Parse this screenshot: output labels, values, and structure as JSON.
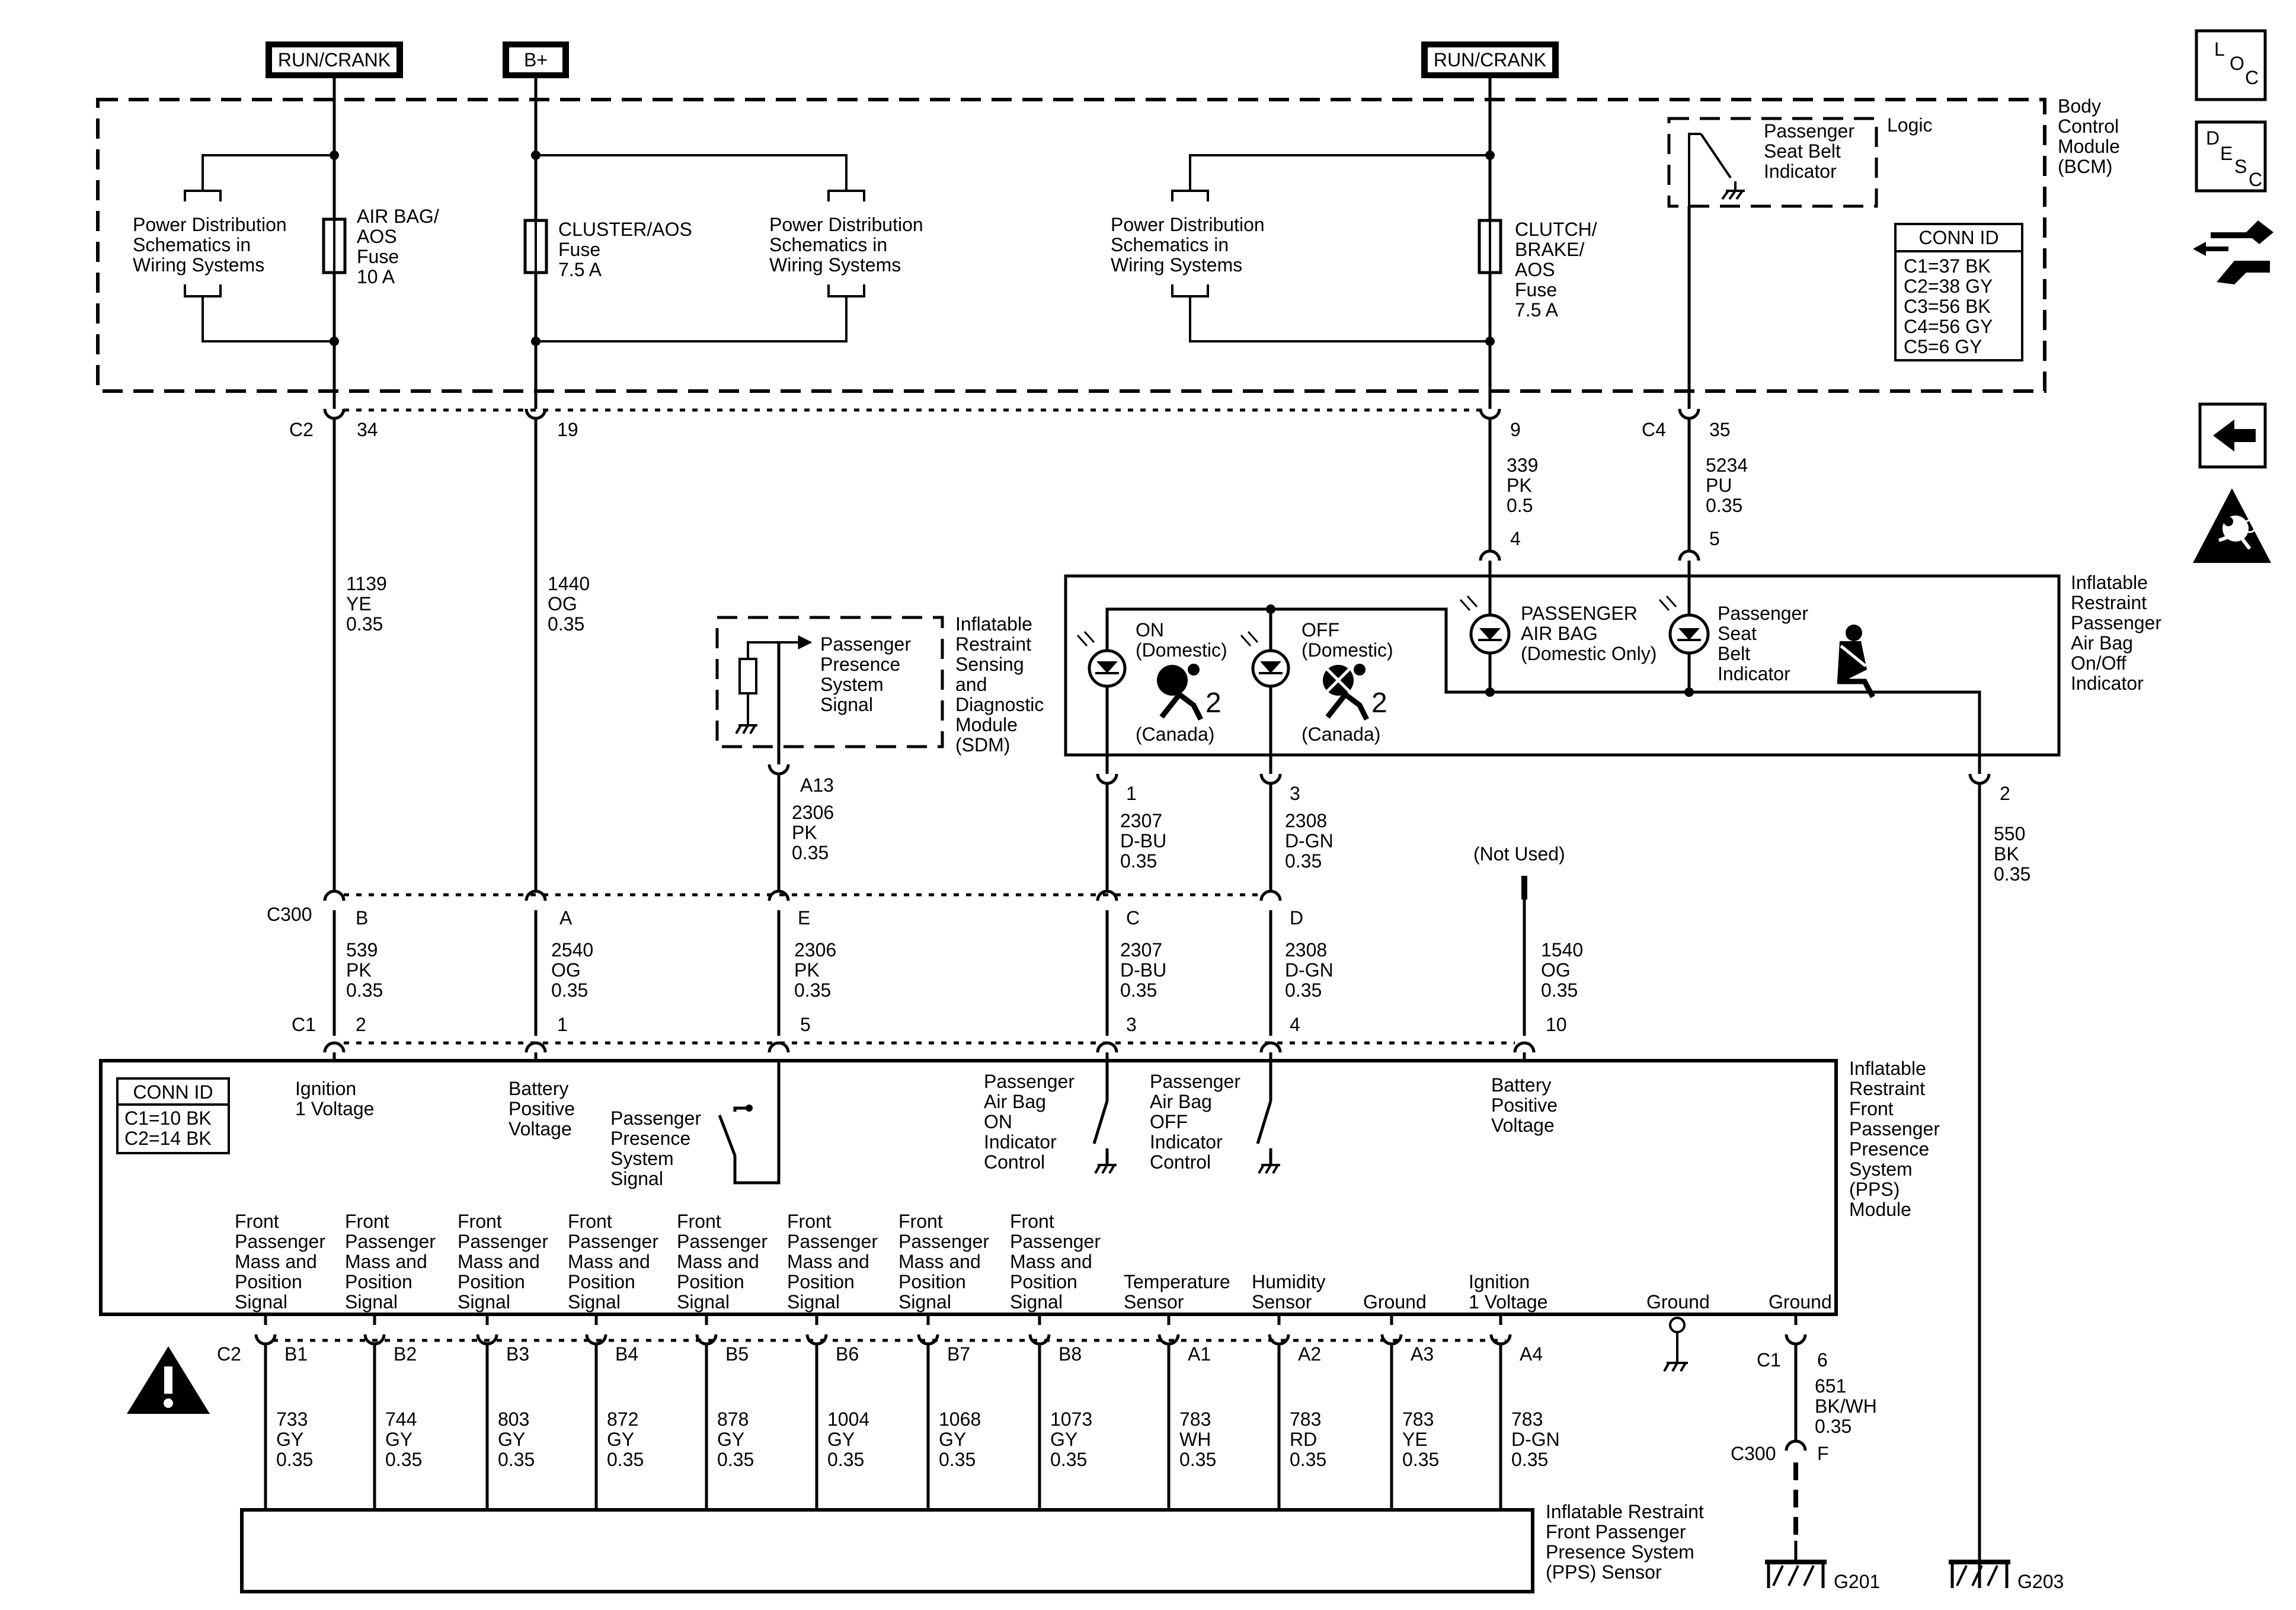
{
  "power_labels": [
    "RUN/CRANK",
    "B+",
    "RUN/CRANK"
  ],
  "bcm": {
    "name": [
      "Body",
      "Control",
      "Module",
      "(BCM)"
    ],
    "pd_label": [
      "Power Distribution",
      "Schematics in",
      "Wiring Systems"
    ],
    "fuse_airbag": [
      "AIR BAG/",
      "AOS",
      "Fuse",
      "10 A"
    ],
    "fuse_cluster": [
      "CLUSTER/AOS",
      "Fuse",
      "7.5 A"
    ],
    "fuse_clutch": [
      "CLUTCH/",
      "BRAKE/",
      "AOS",
      "Fuse",
      "7.5 A"
    ],
    "seatbelt_logic": [
      "Passenger",
      "Seat Belt",
      "Indicator"
    ],
    "logic_label": "Logic",
    "conn_title": "CONN ID",
    "conn_rows": [
      "C1=37 BK",
      "C2=38 GY",
      "C3=56 BK",
      "C4=56 GY",
      "C5=6 GY"
    ],
    "pins": {
      "c2": "C2",
      "p34": "34",
      "p19": "19",
      "p9": "9",
      "c4": "C4",
      "p35": "35"
    }
  },
  "wires_top": {
    "w1139": [
      "1139",
      "YE",
      "0.35"
    ],
    "w1440": [
      "1440",
      "OG",
      "0.35"
    ],
    "w339": [
      "339",
      "PK",
      "0.5"
    ],
    "w5234": [
      "5234",
      "PU",
      "0.35"
    ]
  },
  "sdm": {
    "name": [
      "Inflatable",
      "Restraint",
      "Sensing",
      "and",
      "Diagnostic",
      "Module",
      "(SDM)"
    ],
    "signal": [
      "Passenger",
      "Presence",
      "System",
      "Signal"
    ],
    "pin": "A13",
    "wire": [
      "2306",
      "PK",
      "0.35"
    ]
  },
  "indicator": {
    "name": [
      "Inflatable",
      "Restraint",
      "Passenger",
      "Air Bag",
      "On/Off",
      "Indicator"
    ],
    "on": [
      "ON",
      "(Domestic)"
    ],
    "off": [
      "OFF",
      "(Domestic)"
    ],
    "canada": "(Canada)",
    "two": "2",
    "pass_airbag": [
      "PASSENGER",
      "AIR BAG",
      "(Domestic Only)"
    ],
    "seatbelt": [
      "Passenger",
      "Seat",
      "Belt",
      "Indicator"
    ],
    "pins": {
      "p4": "4",
      "p5": "5",
      "p1": "1",
      "p3": "3",
      "p2": "2"
    },
    "wires": {
      "w2307": [
        "2307",
        "D-BU",
        "0.35"
      ],
      "w2308": [
        "2308",
        "D-GN",
        "0.35"
      ],
      "w550": [
        "550",
        "BK",
        "0.35"
      ]
    }
  },
  "c300": {
    "label": "C300",
    "pins": [
      "B",
      "A",
      "E",
      "C",
      "D"
    ],
    "not_used": "(Not Used)",
    "wires": [
      [
        "539",
        "PK",
        "0.35"
      ],
      [
        "2540",
        "OG",
        "0.35"
      ],
      [
        "2306",
        "PK",
        "0.35"
      ],
      [
        "2307",
        "D-BU",
        "0.35"
      ],
      [
        "2308",
        "D-GN",
        "0.35"
      ],
      [
        "1540",
        "OG",
        "0.35"
      ]
    ]
  },
  "pps_module": {
    "c1_label": "C1",
    "c1_pins": [
      "2",
      "1",
      "5",
      "3",
      "4",
      "10"
    ],
    "conn_title": "CONN ID",
    "conn_rows": [
      "C1=10 BK",
      "C2=14 BK"
    ],
    "name": [
      "Inflatable",
      "Restraint",
      "Front",
      "Passenger",
      "Presence",
      "System",
      "(PPS)",
      "Module"
    ],
    "ign1": [
      "Ignition",
      "1 Voltage"
    ],
    "batt1": [
      "Battery",
      "Positive",
      "Voltage"
    ],
    "pps_signal": [
      "Passenger",
      "Presence",
      "System",
      "Signal"
    ],
    "on_ctrl": [
      "Passenger",
      "Air Bag",
      "ON",
      "Indicator",
      "Control"
    ],
    "off_ctrl": [
      "Passenger",
      "Air Bag",
      "OFF",
      "Indicator",
      "Control"
    ],
    "batt2": [
      "Battery",
      "Positive",
      "Voltage"
    ],
    "fpm": [
      "Front",
      "Passenger",
      "Mass and",
      "Position",
      "Signal"
    ],
    "temp": [
      "Temperature",
      "Sensor"
    ],
    "humid": [
      "Humidity",
      "Sensor"
    ],
    "ground": "Ground",
    "ign2": [
      "Ignition",
      "1 Voltage"
    ],
    "ground2": "Ground",
    "ground3": "Ground"
  },
  "c2_connector": {
    "label": "C2",
    "pins": [
      "B1",
      "B2",
      "B3",
      "B4",
      "B5",
      "B6",
      "B7",
      "B8",
      "A1",
      "A2",
      "A3",
      "A4"
    ],
    "wires": [
      [
        "733",
        "GY",
        "0.35"
      ],
      [
        "744",
        "GY",
        "0.35"
      ],
      [
        "803",
        "GY",
        "0.35"
      ],
      [
        "872",
        "GY",
        "0.35"
      ],
      [
        "878",
        "GY",
        "0.35"
      ],
      [
        "1004",
        "GY",
        "0.35"
      ],
      [
        "1068",
        "GY",
        "0.35"
      ],
      [
        "1073",
        "GY",
        "0.35"
      ],
      [
        "783",
        "WH",
        "0.35"
      ],
      [
        "783",
        "RD",
        "0.35"
      ],
      [
        "783",
        "YE",
        "0.35"
      ],
      [
        "783",
        "D-GN",
        "0.35"
      ]
    ]
  },
  "ground_path": {
    "c1": "C1",
    "p6": "6",
    "wire": [
      "651",
      "BK/WH",
      "0.35"
    ],
    "c300": "C300",
    "f": "F",
    "g201": "G201",
    "g203": "G203"
  },
  "sensor": {
    "name": [
      "Inflatable Restraint",
      "Front Passenger",
      "Presence System",
      "(PPS) Sensor"
    ]
  },
  "side_icons": {
    "loc": [
      "L",
      "O",
      "C"
    ],
    "desc": [
      "D",
      "E",
      "S",
      "C"
    ]
  }
}
